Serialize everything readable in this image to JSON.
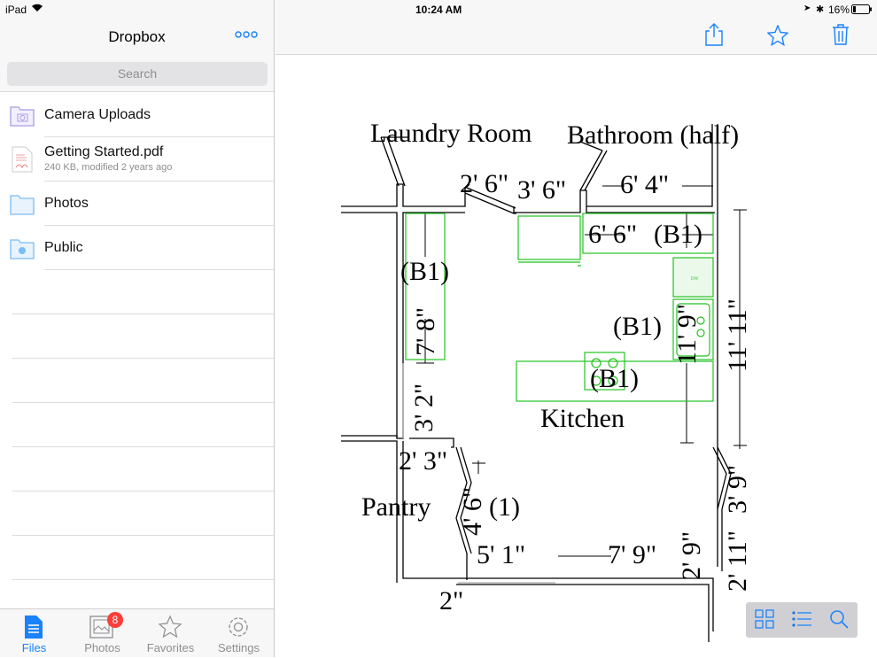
{
  "status": {
    "device": "iPad",
    "time": "10:24 AM",
    "battery": "16%"
  },
  "sidebar": {
    "title": "Dropbox",
    "more_label": "ooo",
    "search_placeholder": "Search",
    "items": [
      {
        "name": "Camera Uploads",
        "icon": "camera-folder-icon"
      },
      {
        "name": "Getting Started.pdf",
        "sub": "240 KB, modified 2 years ago",
        "icon": "pdf-file-icon"
      },
      {
        "name": "Photos",
        "icon": "folder-icon"
      },
      {
        "name": "Public",
        "icon": "public-folder-icon"
      }
    ]
  },
  "tabs": [
    {
      "label": "Files",
      "active": true
    },
    {
      "label": "Photos",
      "badge": "8"
    },
    {
      "label": "Favorites"
    },
    {
      "label": "Settings"
    }
  ],
  "colors": {
    "accent": "#1a82fb",
    "badge": "#fc3d39",
    "plan_green": "#22c322"
  },
  "plan_labels": {
    "laundry": "Laundry Room",
    "bathroom": "Bathroom (half)",
    "d1": "2' 6\"",
    "d2": "3' 6\"",
    "d3": "6' 4\"",
    "d4": "6' 6\"",
    "b1a": "(B1)",
    "b1b": "(B1)",
    "b1c": "(B1)",
    "b1d": "(B1)",
    "d5": "7' 8\"",
    "d6": "11' 9\"",
    "d7": "11' 11\"",
    "kitchen": "Kitchen",
    "d8": "3' 2\"",
    "d9": "2' 3\"",
    "pantry": "Pantry",
    "p1": "(1)",
    "d10": "4' 6\"",
    "d11": "5' 1\"",
    "d12": "7' 9\"",
    "d13": "2' 9\"",
    "d14": "2' 11\"",
    "d15": "3' 9\"",
    "d16": "2\"",
    "dw": "DW"
  }
}
